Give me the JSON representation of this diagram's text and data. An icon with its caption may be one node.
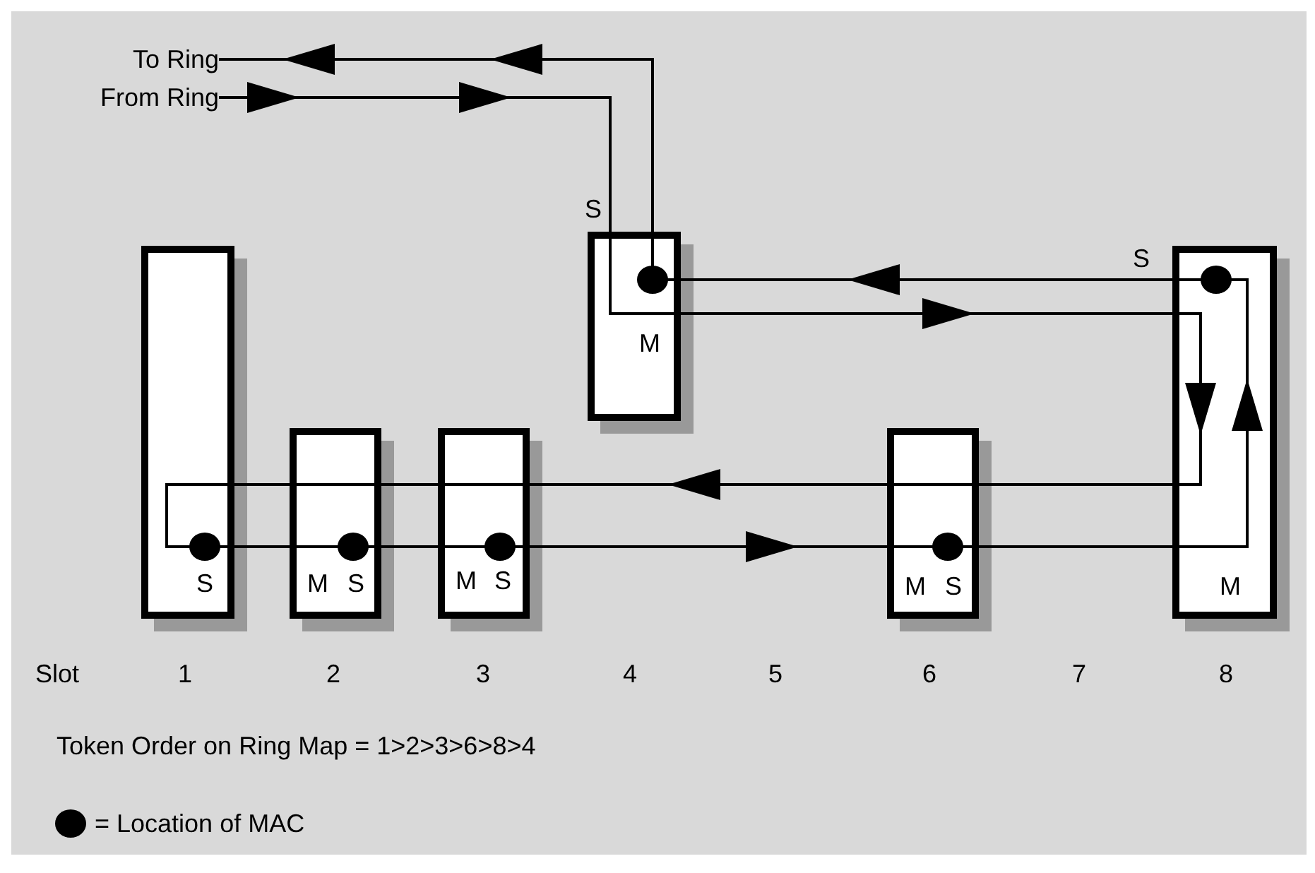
{
  "diagram": {
    "nodes": [
      {
        "text": [
          "To Ring"
        ]
      },
      {
        "text": [
          "From Ring"
        ]
      },
      {
        "text": [
          "M"
        ],
        "beside": [
          "S"
        ]
      },
      {
        "text": [
          "S"
        ]
      },
      {
        "text": [
          "M",
          "S"
        ]
      },
      {
        "text": [
          "M",
          "S"
        ]
      },
      {
        "text": [
          "M",
          "S"
        ]
      },
      {
        "text": [
          "M"
        ],
        "beside": [
          "S"
        ]
      }
    ],
    "edges": [
      {
        "from": 1,
        "to": 2,
        "arrow": "to"
      },
      {
        "from": 2,
        "to": 7,
        "arrow": "to"
      },
      {
        "from": 7,
        "to": 6,
        "arrow": "none"
      },
      {
        "from": 6,
        "to": 5,
        "arrow": "to"
      },
      {
        "from": 5,
        "to": 4,
        "arrow": "none"
      },
      {
        "from": 4,
        "to": 3,
        "arrow": "none"
      },
      {
        "from": 3,
        "to": 4,
        "arrow": "none"
      },
      {
        "from": 4,
        "to": 5,
        "arrow": "none"
      },
      {
        "from": 5,
        "to": 6,
        "arrow": "to"
      },
      {
        "from": 6,
        "to": 7,
        "arrow": "none"
      },
      {
        "from": 7,
        "to": 2,
        "arrow": "to"
      },
      {
        "from": 2,
        "to": 0,
        "arrow": "to"
      }
    ],
    "labels": [
      "Slot",
      "1",
      "2",
      "3",
      "4",
      "5",
      "6",
      "7",
      "8",
      "Token Order on Ring Map = 1>2>3>6>8>4"
    ],
    "legend": [
      {
        "text": "= Location of MAC"
      }
    ]
  }
}
